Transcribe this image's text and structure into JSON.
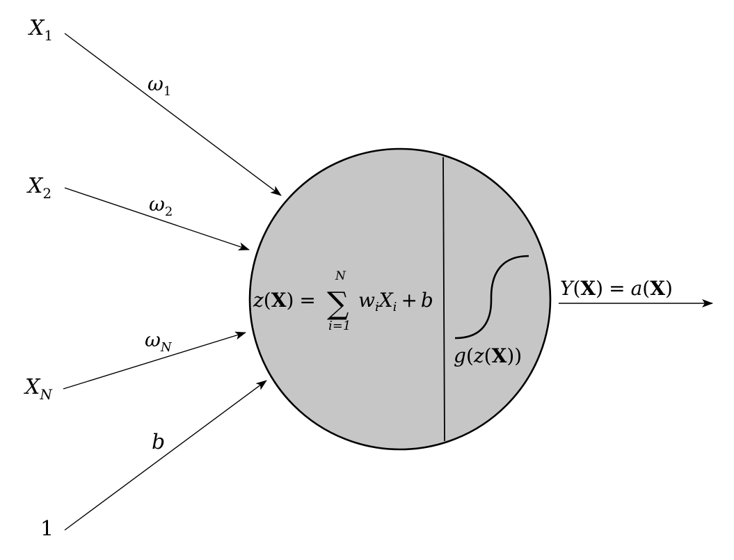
{
  "colors": {
    "stroke": "#000000",
    "neuron_fill": "#c6c6c6",
    "background": "#ffffff"
  },
  "inputs": [
    {
      "var": "X",
      "sub": "1"
    },
    {
      "var": "X",
      "sub": "2"
    },
    {
      "var": "X",
      "sub": "N"
    },
    {
      "var": "1",
      "sub": ""
    }
  ],
  "weights": [
    {
      "var": "ω",
      "sub": "1"
    },
    {
      "var": "ω",
      "sub": "2"
    },
    {
      "var": "ω",
      "sub": "N"
    },
    {
      "var": "b",
      "sub": ""
    }
  ],
  "summation": {
    "lhs_fn": "z",
    "lhs_open": "(",
    "lhs_arg": "X",
    "lhs_close": ")",
    "equals": "=",
    "sigma": "∑",
    "upper": "N",
    "lower": "i=1",
    "term_w": "w",
    "term_w_sub": "i",
    "term_x": "X",
    "term_x_sub": "i",
    "plus": "+",
    "bias": "b"
  },
  "activation": {
    "fn": "g",
    "open1": "(",
    "inner_fn": "z",
    "open2": "(",
    "arg": "X",
    "close": "))"
  },
  "output": {
    "lhs_fn": "Y",
    "lhs_open": "(",
    "lhs_arg": "X",
    "lhs_close": ")",
    "equals": "=",
    "rhs_fn": "a",
    "rhs_open": "(",
    "rhs_arg": "X",
    "rhs_close": ")"
  }
}
